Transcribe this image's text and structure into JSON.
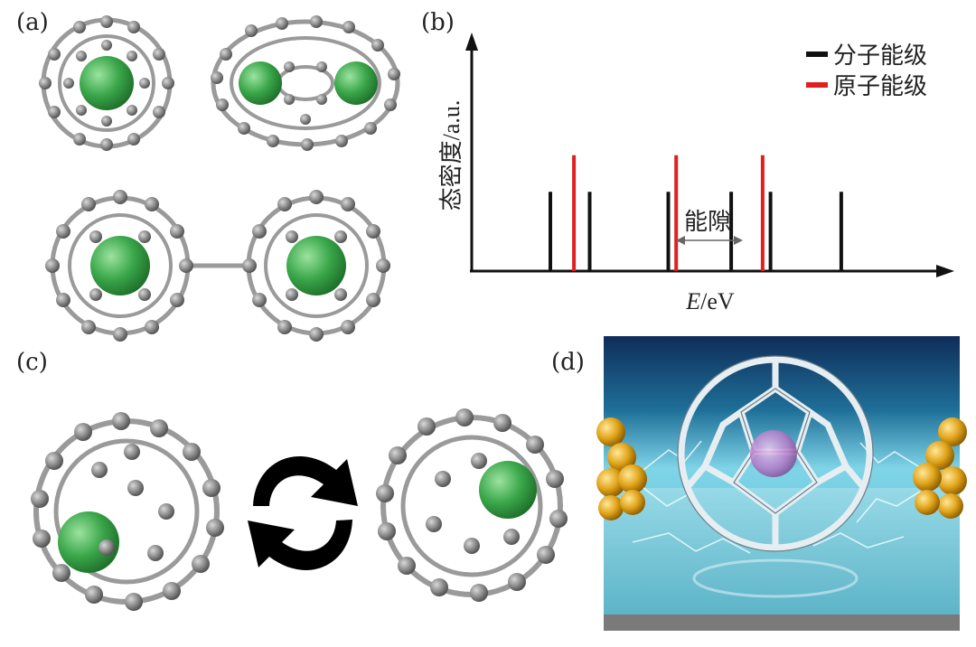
{
  "panels": {
    "a": "(a)",
    "b": "(b)",
    "c": "(c)",
    "d": "(d)"
  },
  "chart_data": {
    "type": "bar",
    "ylabel": "态密度/a.u.",
    "xlabel_italic": "E",
    "xlabel_rest": "/eV",
    "annotation": "能隙",
    "series": [
      {
        "name": "分子能级",
        "color": "#111111",
        "x": [
          1.0,
          1.5,
          2.5,
          3.3,
          3.8,
          4.7
        ],
        "values": [
          0.65,
          0.65,
          0.65,
          0.65,
          0.65,
          0.65
        ]
      },
      {
        "name": "原子能级",
        "color": "#e02020",
        "x": [
          1.3,
          2.6,
          3.7
        ],
        "values": [
          0.95,
          0.95,
          0.95
        ]
      }
    ],
    "grid": false,
    "legend": "top-right"
  },
  "colors": {
    "carbon": "#8a8a8a",
    "dopant": "#3aa64a",
    "cage_bond": "#9a9a9a"
  }
}
